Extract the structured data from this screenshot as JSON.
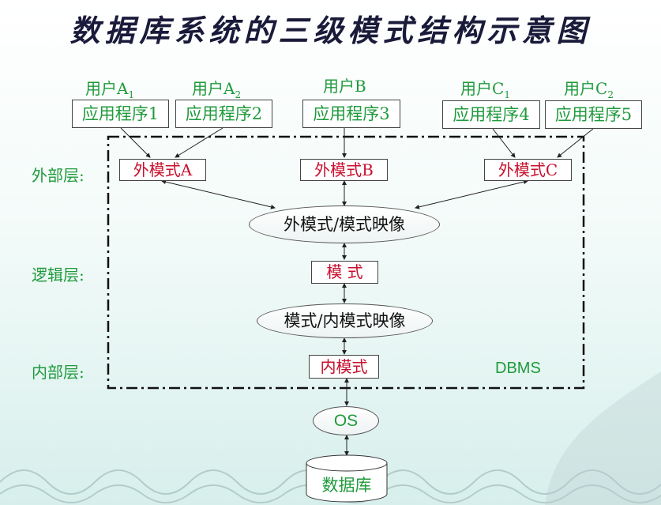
{
  "title": "数据库系统的三级模式结构示意图",
  "users": [
    {
      "label": "用户A",
      "sub": "1"
    },
    {
      "label": "用户A",
      "sub": "2"
    },
    {
      "label": "用户B",
      "sub": ""
    },
    {
      "label": "用户C",
      "sub": "1"
    },
    {
      "label": "用户C",
      "sub": "2"
    }
  ],
  "apps": [
    "应用程序1",
    "应用程序2",
    "应用程序3",
    "应用程序4",
    "应用程序5"
  ],
  "external_schemas": [
    "外模式A",
    "外模式B",
    "外模式C"
  ],
  "ext_map": "外模式/模式映像",
  "schema": "模 式",
  "int_map": "模式/内模式映像",
  "internal_schema": "内模式",
  "layers": {
    "external": "外部层:",
    "logical": "逻辑层:",
    "internal": "内部层:"
  },
  "dbms": "DBMS",
  "os": "OS",
  "database": "数据库",
  "colors": {
    "label_green": "#1f9a3c",
    "schema_red": "#c8102e",
    "title": "#1a1a3a"
  }
}
